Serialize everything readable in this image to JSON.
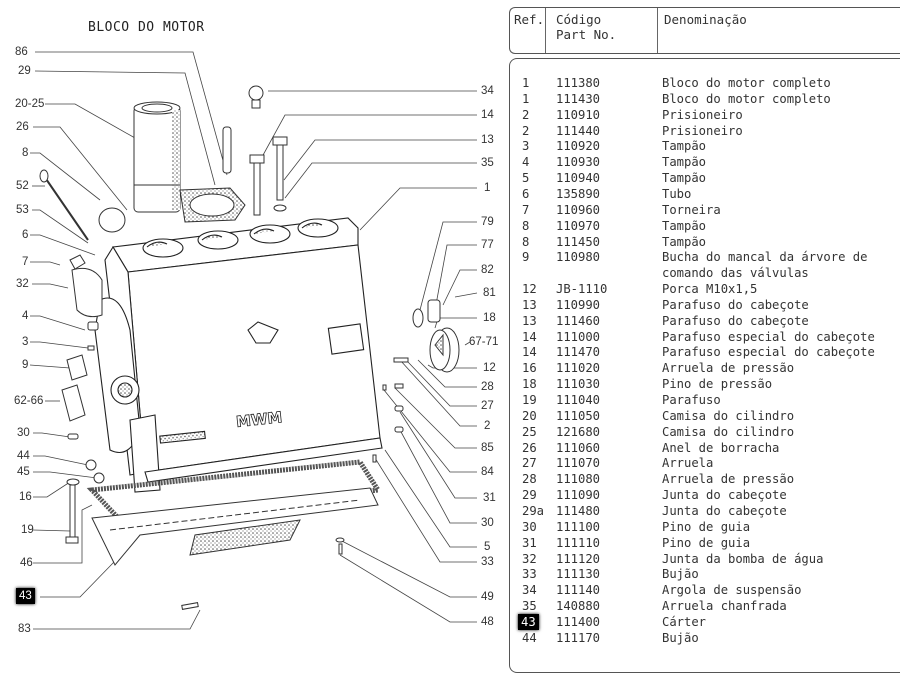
{
  "diagram": {
    "title": "BLOCO DO MOTOR",
    "brand_mark": "MWM",
    "highlight_color": "#000000",
    "callouts_left": [
      {
        "label": "86"
      },
      {
        "label": "29"
      },
      {
        "label": "20-25"
      },
      {
        "label": "26"
      },
      {
        "label": "8"
      },
      {
        "label": "52"
      },
      {
        "label": "53"
      },
      {
        "label": "6"
      },
      {
        "label": "7"
      },
      {
        "label": "32"
      },
      {
        "label": "4"
      },
      {
        "label": "3"
      },
      {
        "label": "9"
      },
      {
        "label": "62-66"
      },
      {
        "label": "30"
      },
      {
        "label": "44"
      },
      {
        "label": "45"
      },
      {
        "label": "16"
      },
      {
        "label": "19"
      },
      {
        "label": "46"
      },
      {
        "label": "43",
        "highlighted": true
      },
      {
        "label": "83"
      }
    ],
    "callouts_right": [
      {
        "label": "34"
      },
      {
        "label": "14"
      },
      {
        "label": "13"
      },
      {
        "label": "35"
      },
      {
        "label": "1"
      },
      {
        "label": "79"
      },
      {
        "label": "77"
      },
      {
        "label": "82"
      },
      {
        "label": "81"
      },
      {
        "label": "18"
      },
      {
        "label": "67-71"
      },
      {
        "label": "12"
      },
      {
        "label": "28"
      },
      {
        "label": "27"
      },
      {
        "label": "2"
      },
      {
        "label": "85"
      },
      {
        "label": "84"
      },
      {
        "label": "31"
      },
      {
        "label": "30"
      },
      {
        "label": "5"
      },
      {
        "label": "33"
      },
      {
        "label": "49"
      },
      {
        "label": "48"
      }
    ]
  },
  "table": {
    "headers": {
      "ref": "Ref.",
      "code_line1": "Código",
      "code_line2": "Part No.",
      "description": "Denominação"
    },
    "rows": [
      {
        "ref": "1",
        "code": "111380",
        "description": "Bloco do motor completo"
      },
      {
        "ref": "1",
        "code": "111430",
        "description": "Bloco do motor completo"
      },
      {
        "ref": "2",
        "code": "110910",
        "description": "Prisioneiro"
      },
      {
        "ref": "2",
        "code": "111440",
        "description": "Prisioneiro"
      },
      {
        "ref": "3",
        "code": "110920",
        "description": "Tampão"
      },
      {
        "ref": "4",
        "code": "110930",
        "description": "Tampão"
      },
      {
        "ref": "5",
        "code": "110940",
        "description": "Tampão"
      },
      {
        "ref": "6",
        "code": "135890",
        "description": "Tubo"
      },
      {
        "ref": "7",
        "code": "110960",
        "description": "Torneira"
      },
      {
        "ref": "8",
        "code": "110970",
        "description": "Tampão"
      },
      {
        "ref": "8",
        "code": "111450",
        "description": "Tampão"
      },
      {
        "ref": "9",
        "code": "110980",
        "description": "Bucha do mancal da árvore de"
      },
      {
        "ref": "",
        "code": "",
        "description": "comando das válvulas"
      },
      {
        "ref": "12",
        "code": "JB-1110",
        "description": "Porca M10x1,5"
      },
      {
        "ref": "13",
        "code": "110990",
        "description": "Parafuso do cabeçote"
      },
      {
        "ref": "13",
        "code": "111460",
        "description": "Parafuso do cabeçote"
      },
      {
        "ref": "14",
        "code": "111000",
        "description": "Parafuso especial do cabeçote"
      },
      {
        "ref": "14",
        "code": "111470",
        "description": "Parafuso especial do cabeçote"
      },
      {
        "ref": "16",
        "code": "111020",
        "description": "Arruela de pressão"
      },
      {
        "ref": "18",
        "code": "111030",
        "description": "Pino de pressão"
      },
      {
        "ref": "19",
        "code": "111040",
        "description": "Parafuso"
      },
      {
        "ref": "20",
        "code": "111050",
        "description": "Camisa do cilindro"
      },
      {
        "ref": "25",
        "code": "121680",
        "description": "Camisa do cilindro"
      },
      {
        "ref": "26",
        "code": "111060",
        "description": "Anel de borracha"
      },
      {
        "ref": "27",
        "code": "111070",
        "description": "Arruela"
      },
      {
        "ref": "28",
        "code": "111080",
        "description": "Arruela de pressão"
      },
      {
        "ref": "29",
        "code": "111090",
        "description": "Junta do cabeçote"
      },
      {
        "ref": "29a",
        "code": "111480",
        "description": "Junta do cabeçote"
      },
      {
        "ref": "30",
        "code": "111100",
        "description": "Pino de guia"
      },
      {
        "ref": "31",
        "code": "111110",
        "description": "Pino de guia"
      },
      {
        "ref": "32",
        "code": "111120",
        "description": "Junta da bomba de água"
      },
      {
        "ref": "33",
        "code": "111130",
        "description": "Bujão"
      },
      {
        "ref": "34",
        "code": "111140",
        "description": "Argola de suspensão"
      },
      {
        "ref": "35",
        "code": "140880",
        "description": "Arruela chanfrada"
      },
      {
        "ref": "43",
        "code": "111400",
        "description": "Cárter",
        "highlighted": true
      },
      {
        "ref": "44",
        "code": "111170",
        "description": "Bujão"
      }
    ]
  }
}
